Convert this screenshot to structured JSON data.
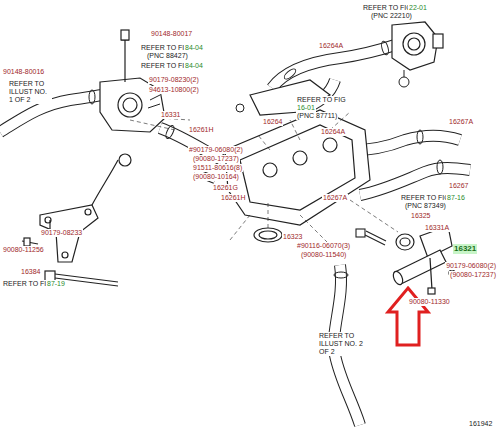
{
  "diagram": {
    "labels": [
      "90148-80017",
      "REFER TO FIG",
      "84-04",
      "(PNC 88427)",
      "REFER TO FIG",
      "84-04",
      "90179-08230(2)",
      "94613-10800(2)",
      "16331",
      "90148-80016",
      "REFER TO ILLUST NO. 1 OF 2",
      "16261H",
      "#90179-06080(2)",
      "(90080-17237)",
      "91511-80616(8)",
      "(90080-10164)",
      "16261G",
      "16261H",
      "90179-08233",
      "90080-11256",
      "16384",
      "REFER TO FIG",
      "87-19",
      "16323",
      "#90116-06070(3)",
      "(90080-11540)",
      "16325",
      "16331A",
      "16321",
      "90179-06080(2)",
      "(90080-17237)",
      "90080-11330",
      "REFER TO ILLUST NO. 2 OF 2",
      "REFER TO FIG",
      "16-01",
      "(PNC 87711)",
      "REFER TO FIG",
      "22-01",
      "(PNC 22210)",
      "16264A",
      "16264",
      "16267A",
      "16267",
      "16264A",
      "16267A",
      "REFER TO FIG",
      "87-16",
      "(PNC 87349)",
      "161942"
    ]
  }
}
